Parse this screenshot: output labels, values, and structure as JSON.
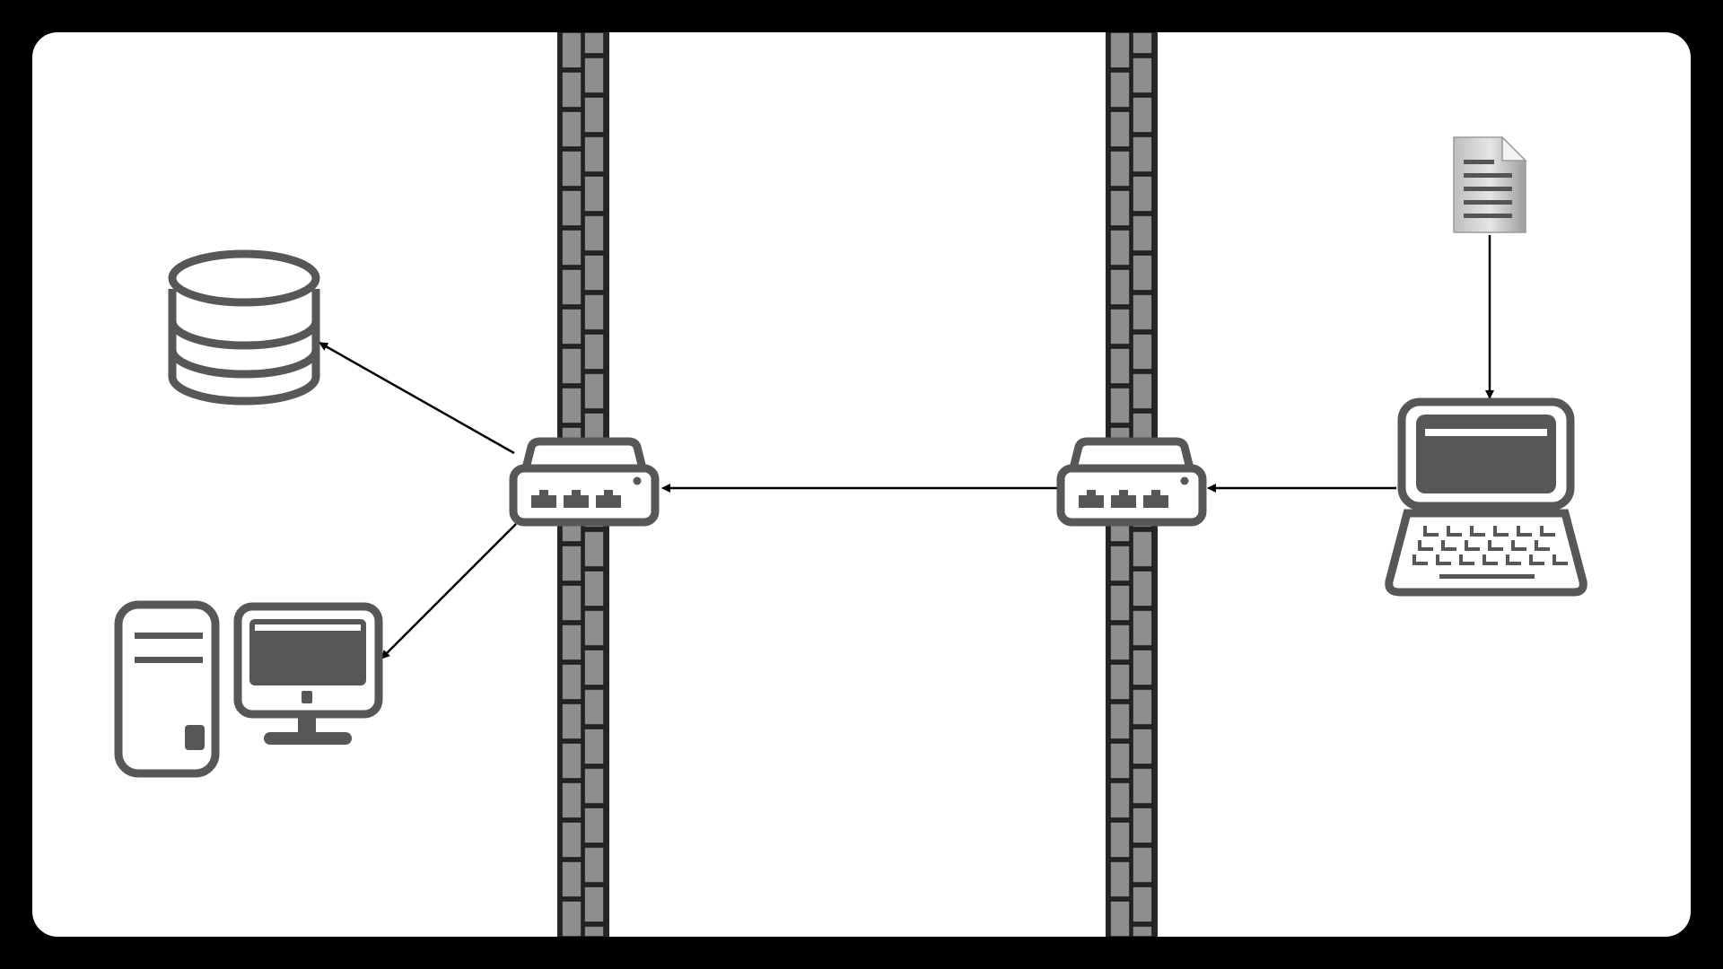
{
  "diagram": {
    "background": "#000000",
    "canvas_color": "#ffffff",
    "icon_color": "#575855",
    "connector_color": "#000000",
    "nodes": [
      {
        "id": "database",
        "icon": "database-icon"
      },
      {
        "id": "workstation",
        "icon": "desktop-computer-icon"
      },
      {
        "id": "router-left",
        "icon": "router-icon"
      },
      {
        "id": "router-right",
        "icon": "router-icon"
      },
      {
        "id": "laptop",
        "icon": "laptop-icon"
      },
      {
        "id": "document",
        "icon": "document-icon"
      }
    ],
    "walls": [
      {
        "id": "firewall-left",
        "icon": "firewall-wall-icon"
      },
      {
        "id": "firewall-right",
        "icon": "firewall-wall-icon"
      }
    ],
    "edges": [
      {
        "from": "document",
        "to": "laptop"
      },
      {
        "from": "laptop",
        "to": "router-right"
      },
      {
        "from": "router-right",
        "to": "router-left"
      },
      {
        "from": "router-left",
        "to": "database"
      },
      {
        "from": "router-left",
        "to": "workstation"
      }
    ]
  }
}
